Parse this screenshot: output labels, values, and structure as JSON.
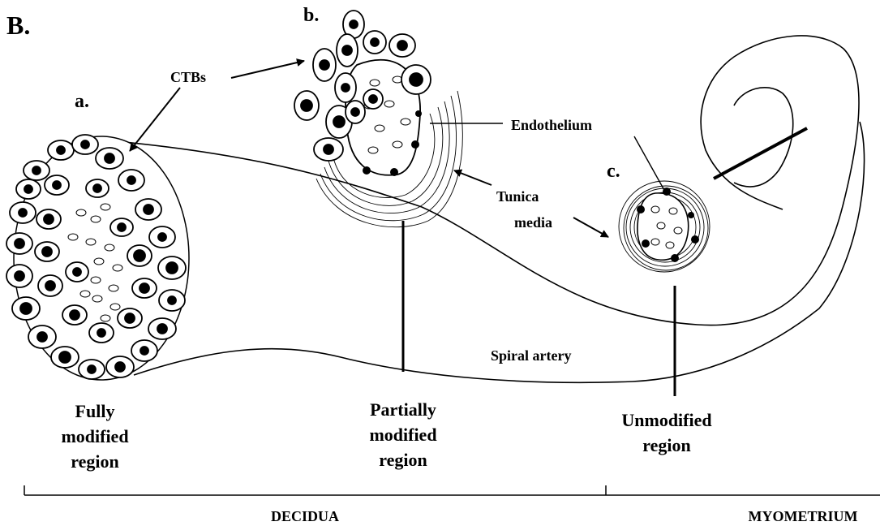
{
  "panel_label": "B.",
  "sublabels": {
    "a": "a.",
    "b": "b.",
    "c": "c."
  },
  "annotations": {
    "ctbs": "CTBs",
    "endothelium": "Endothelium",
    "tunica_line1": "Tunica",
    "tunica_line2": "media",
    "spiral_artery": "Spiral artery"
  },
  "regions": {
    "fully": [
      "Fully",
      "modified",
      "region"
    ],
    "partially": [
      "Partially",
      "modified",
      "region"
    ],
    "unmodified": [
      "Unmodified",
      "region"
    ]
  },
  "zones": {
    "decidua": "DECIDUA",
    "myometrium": "MYOMETRIUM"
  },
  "colors": {
    "ink": "#000000",
    "background": "#ffffff"
  }
}
